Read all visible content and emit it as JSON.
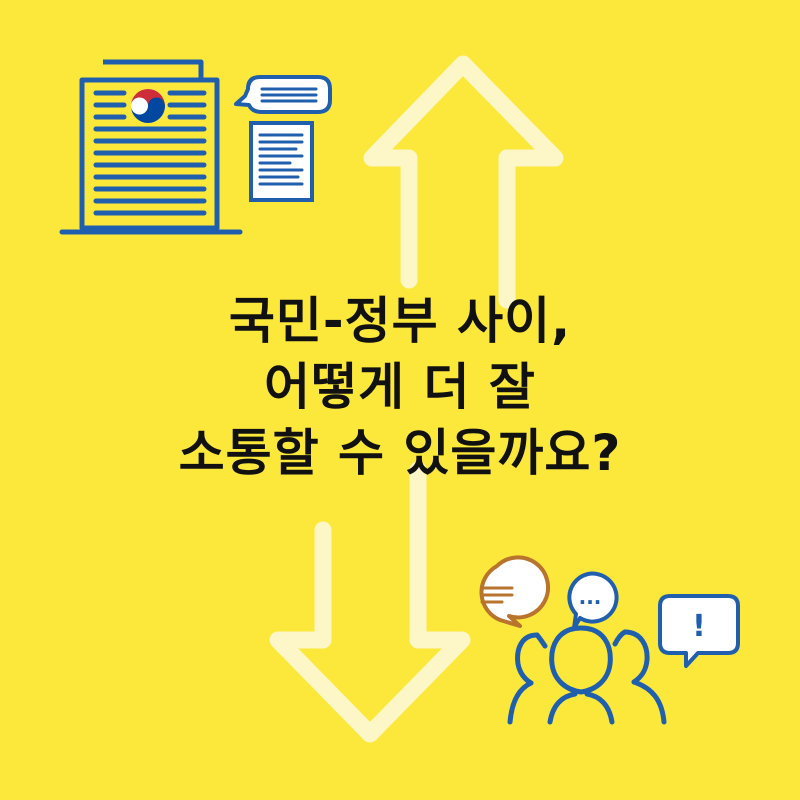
{
  "headline": {
    "lines": [
      "국민-정부 사이,",
      "어떻게 더 잘",
      "소통할 수 있을까요?"
    ]
  },
  "bubbles": {
    "ellipsis": "...",
    "exclamation": "!"
  },
  "colors": {
    "background": "#fbe83a",
    "arrow": "#fdf6c6",
    "line_blue": "#1f5fae",
    "text": "#111111",
    "bubble_orange": "#b8732d",
    "emblem_red": "#cd2e3a",
    "emblem_blue": "#0047a0"
  },
  "icons": [
    "government-building-icon",
    "taegeuk-emblem-icon",
    "speech-bubble-text-icon",
    "document-icon",
    "double-arrow-icon",
    "speech-bubble-orange-icon",
    "speech-bubble-ellipsis-icon",
    "speech-bubble-exclamation-icon",
    "people-group-icon"
  ]
}
